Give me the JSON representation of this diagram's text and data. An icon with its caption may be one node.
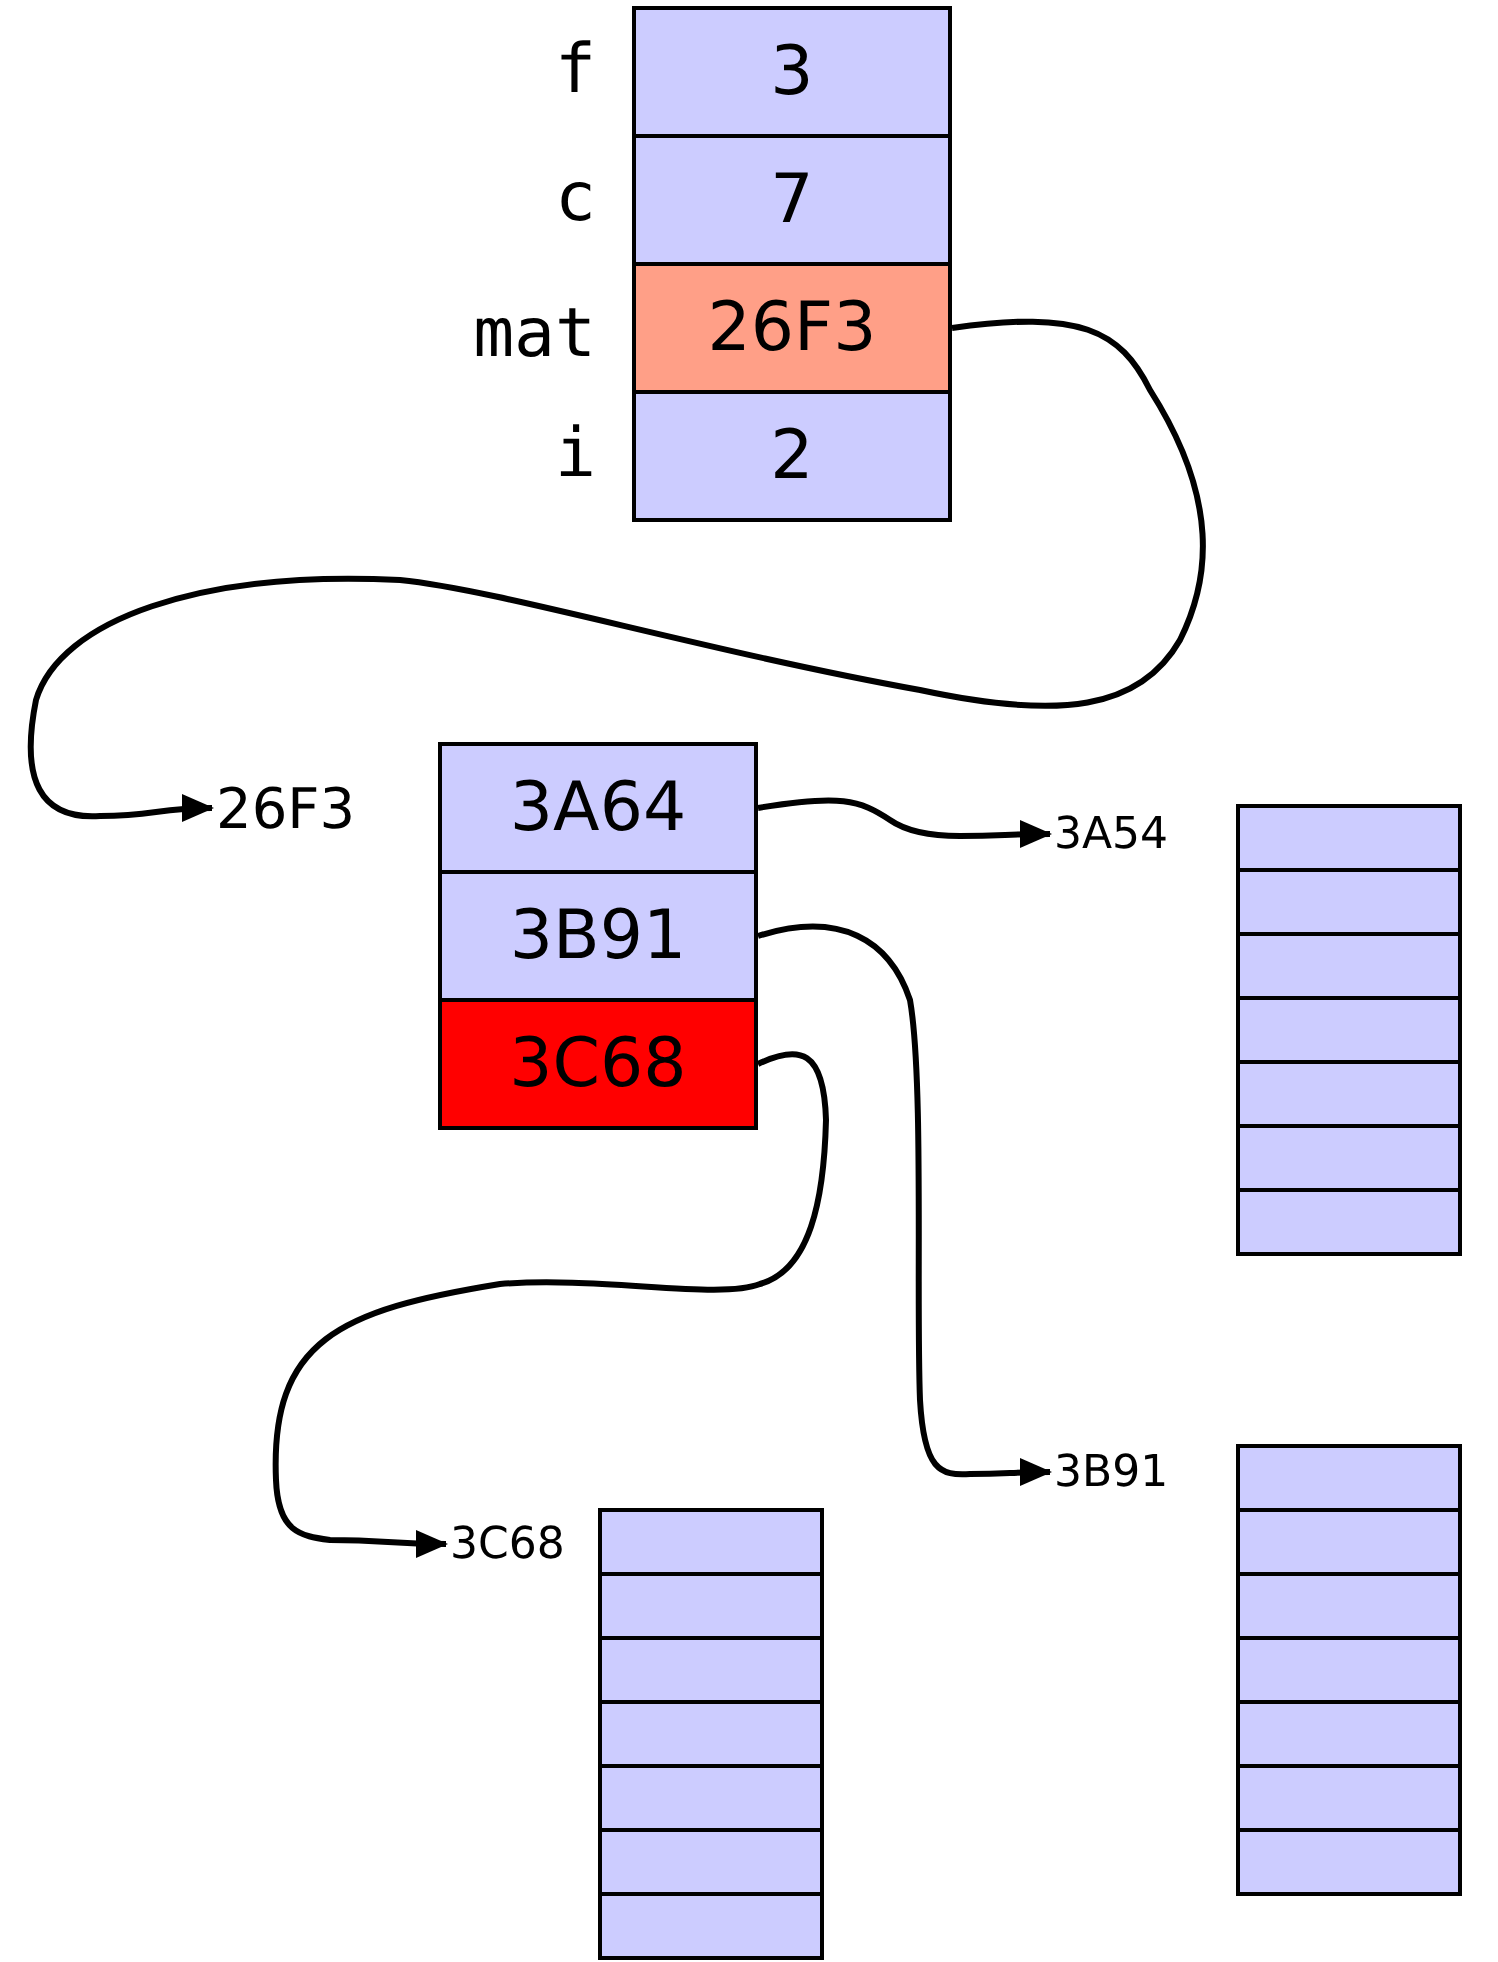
{
  "diagram": {
    "nodes": [
      {
        "text": [
          "3"
        ],
        "beside": [
          "f"
        ]
      },
      {
        "text": [
          "7"
        ],
        "beside": [
          "c"
        ]
      },
      {
        "text": [
          "26F3"
        ],
        "beside": [
          "mat"
        ]
      },
      {
        "text": [
          "2"
        ],
        "beside": [
          "i"
        ]
      },
      {
        "text": [
          "26F3"
        ]
      },
      {
        "text": [
          "3A64"
        ]
      },
      {
        "text": [
          "3B91"
        ]
      },
      {
        "text": [
          "3C68"
        ]
      },
      {
        "text": [
          "3A54"
        ]
      },
      {
        "text": [],
        "shape": "box"
      },
      {
        "text": [],
        "shape": "box"
      },
      {
        "text": [],
        "shape": "box"
      },
      {
        "text": [],
        "shape": "box"
      },
      {
        "text": [],
        "shape": "box"
      },
      {
        "text": [],
        "shape": "box"
      },
      {
        "text": [],
        "shape": "box"
      },
      {
        "text": [
          "3B91"
        ]
      },
      {
        "text": [],
        "shape": "box"
      },
      {
        "text": [],
        "shape": "box"
      },
      {
        "text": [],
        "shape": "box"
      },
      {
        "text": [],
        "shape": "box"
      },
      {
        "text": [],
        "shape": "box"
      },
      {
        "text": [],
        "shape": "box"
      },
      {
        "text": [],
        "shape": "box"
      },
      {
        "text": [
          "3C68"
        ]
      },
      {
        "text": [],
        "shape": "box"
      },
      {
        "text": [],
        "shape": "box"
      },
      {
        "text": [],
        "shape": "box"
      },
      {
        "text": [],
        "shape": "box"
      },
      {
        "text": [],
        "shape": "box"
      },
      {
        "text": [],
        "shape": "box"
      },
      {
        "text": [],
        "shape": "box"
      }
    ],
    "edges": [
      {
        "from": 2,
        "to": 4,
        "arrow": "to"
      },
      {
        "from": 5,
        "to": 8,
        "arrow": "to"
      },
      {
        "from": 6,
        "to": 16,
        "arrow": "to"
      },
      {
        "from": 7,
        "to": 24,
        "arrow": "to"
      }
    ]
  }
}
